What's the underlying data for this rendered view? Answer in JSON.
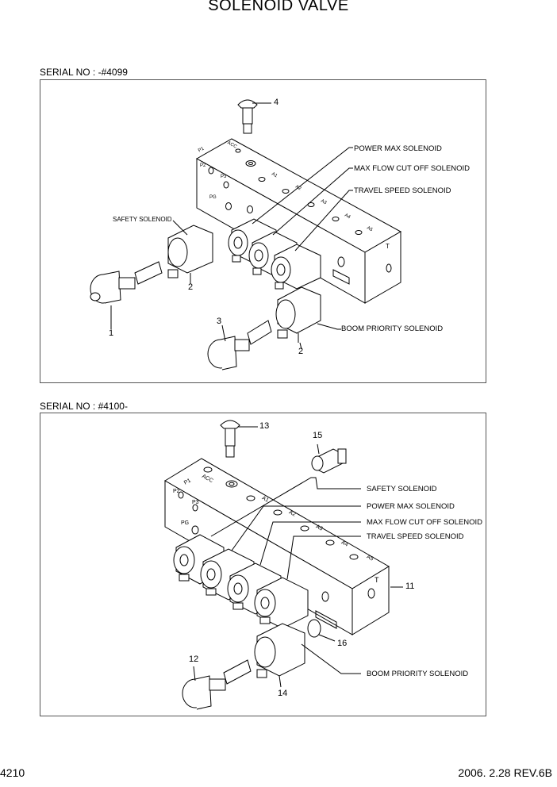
{
  "title": "SOLENOID VALVE",
  "top_panel": {
    "serial": "SERIAL NO : -#4099",
    "labels": {
      "power_max": "POWER MAX SOLENOID",
      "max_flow": "MAX FLOW CUT OFF SOLENOID",
      "travel_speed": "TRAVEL SPEED SOLENOID",
      "safety": "SAFETY SOLENOID",
      "boom_priority": "BOOM PRIORITY SOLENOID"
    },
    "port_marks": [
      "P1",
      "ACC",
      "P2",
      "P3",
      "PG",
      "A1",
      "A2",
      "A3",
      "A4",
      "A5",
      "T"
    ],
    "part_numbers": [
      "4",
      "2",
      "1",
      "3",
      "2"
    ]
  },
  "bottom_panel": {
    "serial": "SERIAL NO : #4100-",
    "labels": {
      "safety": "SAFETY SOLENOID",
      "power_max": "POWER MAX SOLENOID",
      "max_flow": "MAX FLOW CUT OFF SOLENOID",
      "travel_speed": "TRAVEL SPEED SOLENOID",
      "boom_priority": "BOOM PRIORITY SOLENOID"
    },
    "port_marks": [
      "P1",
      "ACC",
      "P2",
      "P3",
      "PG",
      "A1",
      "A2",
      "A3",
      "A4",
      "A5",
      "T"
    ],
    "part_numbers": [
      "13",
      "15",
      "11",
      "16",
      "12",
      "14"
    ]
  },
  "footer": {
    "page_no": "4210",
    "date_rev": "2006. 2.28  REV.6B"
  }
}
